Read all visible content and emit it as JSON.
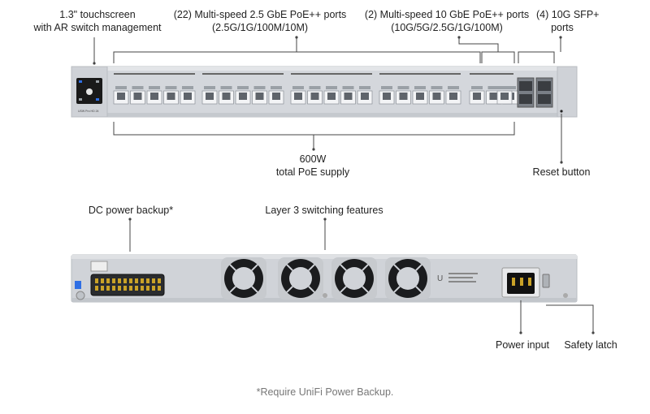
{
  "front_labels": {
    "touchscreen": "1.3\" touchscreen\nwith AR switch management",
    "ports_25g": "(22) Multi-speed 2.5 GbE PoE++ ports\n(2.5G/1G/100M/10M)",
    "ports_10g": "(2) Multi-speed 10 GbE PoE++ ports\n(10G/5G/2.5G/1G/100M)",
    "sfp": "(4) 10G SFP+\nports",
    "poe_supply": "600W\ntotal PoE supply",
    "reset": "Reset button"
  },
  "rear_labels": {
    "dc_backup": "DC power backup*",
    "layer3": "Layer 3 switching features",
    "power_input": "Power input",
    "safety_latch": "Safety latch"
  },
  "device": {
    "model_text": "USW Pro HD 24"
  },
  "footnote": "*Require UniFi Power Backup.",
  "colors": {
    "chassis": "#d4d7dc",
    "chassis_edge": "#b8bcc2",
    "port": "#f3f4f6",
    "dark": "#1a1a1a",
    "accent": "#2f6fe4"
  }
}
